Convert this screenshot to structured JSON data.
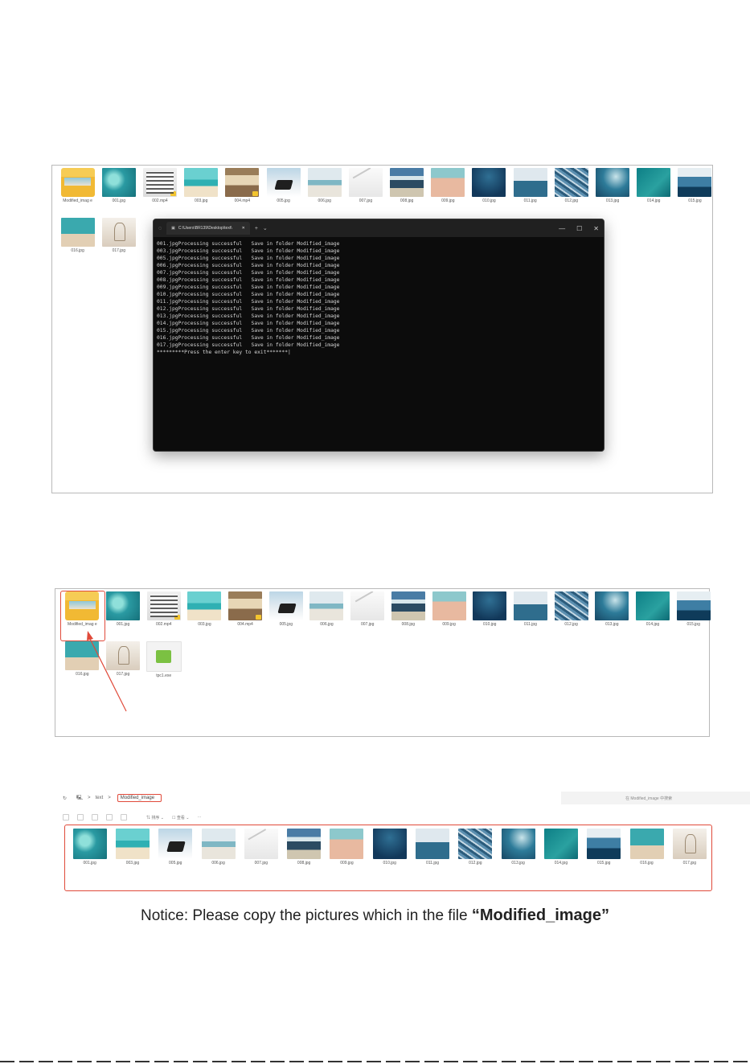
{
  "panel1": {
    "files": [
      {
        "label": "Modified_imag e",
        "thumb": "t-folder"
      },
      {
        "label": "001.jpg",
        "thumb": "t-a"
      },
      {
        "label": "002.mp4",
        "thumb": "t-p",
        "badge": true
      },
      {
        "label": "003.jpg",
        "thumb": "t-b"
      },
      {
        "label": "004.mp4",
        "thumb": "t-q",
        "badge": true
      },
      {
        "label": "005.jpg",
        "thumb": "t-c"
      },
      {
        "label": "006.jpg",
        "thumb": "t-d"
      },
      {
        "label": "007.jpg",
        "thumb": "t-e"
      },
      {
        "label": "008.jpg",
        "thumb": "t-f"
      },
      {
        "label": "009.jpg",
        "thumb": "t-g"
      },
      {
        "label": "010.jpg",
        "thumb": "t-h"
      },
      {
        "label": "011.jpg",
        "thumb": "t-i"
      },
      {
        "label": "012.jpg",
        "thumb": "t-j"
      },
      {
        "label": "013.jpg",
        "thumb": "t-k"
      },
      {
        "label": "014.jpg",
        "thumb": "t-l"
      },
      {
        "label": "015.jpg",
        "thumb": "t-m"
      },
      {
        "label": "016.jpg",
        "thumb": "t-n"
      },
      {
        "label": "017.jpg",
        "thumb": "t-o"
      }
    ]
  },
  "terminal": {
    "tab_title": "C:\\Users\\BR139\\Desktop\\text\\",
    "add_tab": "+",
    "dropdown": "⌄",
    "minimize": "—",
    "maximize": "☐",
    "close": "✕",
    "tab_close": "✕",
    "lines": [
      "001.jpgProcessing successful   Save in folder Modified_image",
      "003.jpgProcessing successful   Save in folder Modified_image",
      "005.jpgProcessing successful   Save in folder Modified_image",
      "006.jpgProcessing successful   Save in folder Modified_image",
      "007.jpgProcessing successful   Save in folder Modified_image",
      "008.jpgProcessing successful   Save in folder Modified_image",
      "009.jpgProcessing successful   Save in folder Modified_image",
      "010.jpgProcessing successful   Save in folder Modified_image",
      "011.jpgProcessing successful   Save in folder Modified_image",
      "012.jpgProcessing successful   Save in folder Modified_image",
      "013.jpgProcessing successful   Save in folder Modified_image",
      "014.jpgProcessing successful   Save in folder Modified_image",
      "015.jpgProcessing successful   Save in folder Modified_image",
      "016.jpgProcessing successful   Save in folder Modified_image",
      "017.jpgProcessing successful   Save in folder Modified_image",
      "*********Press the enter key to exit*******|"
    ]
  },
  "panel2": {
    "files": [
      {
        "label": "Modified_imag e",
        "thumb": "t-folder"
      },
      {
        "label": "001.jpg",
        "thumb": "t-a"
      },
      {
        "label": "002.mp4",
        "thumb": "t-p",
        "badge": true
      },
      {
        "label": "003.jpg",
        "thumb": "t-b"
      },
      {
        "label": "004.mp4",
        "thumb": "t-q",
        "badge": true
      },
      {
        "label": "005.jpg",
        "thumb": "t-c"
      },
      {
        "label": "006.jpg",
        "thumb": "t-d"
      },
      {
        "label": "007.jpg",
        "thumb": "t-e"
      },
      {
        "label": "008.jpg",
        "thumb": "t-f"
      },
      {
        "label": "009.jpg",
        "thumb": "t-g"
      },
      {
        "label": "010.jpg",
        "thumb": "t-h"
      },
      {
        "label": "011.jpg",
        "thumb": "t-i"
      },
      {
        "label": "012.jpg",
        "thumb": "t-j"
      },
      {
        "label": "013.jpg",
        "thumb": "t-k"
      },
      {
        "label": "014.jpg",
        "thumb": "t-l"
      },
      {
        "label": "015.jpg",
        "thumb": "t-m"
      },
      {
        "label": "016.jpg",
        "thumb": "t-n"
      },
      {
        "label": "017.jpg",
        "thumb": "t-o"
      },
      {
        "label": "tpc1.exe",
        "thumb": "t-exe"
      }
    ],
    "highlight_color": "#e04a3a"
  },
  "explorer": {
    "breadcrumb_root": "text",
    "breadcrumb_sep": ">",
    "current_folder": "Modified_image",
    "search_placeholder": "在 Modified_image 中搜索",
    "toolbar": [
      "⇅ 排序 ⌄",
      "☐ 查看 ⌄",
      "···"
    ],
    "files": [
      {
        "label": "001.jpg",
        "thumb": "t-a"
      },
      {
        "label": "003.jpg",
        "thumb": "t-b"
      },
      {
        "label": "005.jpg",
        "thumb": "t-c"
      },
      {
        "label": "006.jpg",
        "thumb": "t-d"
      },
      {
        "label": "007.jpg",
        "thumb": "t-e"
      },
      {
        "label": "008.jpg",
        "thumb": "t-f"
      },
      {
        "label": "009.jpg",
        "thumb": "t-g"
      },
      {
        "label": "010.jpg",
        "thumb": "t-h"
      },
      {
        "label": "011.jpg",
        "thumb": "t-i"
      },
      {
        "label": "012.jpg",
        "thumb": "t-j"
      },
      {
        "label": "013.jpg",
        "thumb": "t-k"
      },
      {
        "label": "014.jpg",
        "thumb": "t-l"
      },
      {
        "label": "015.jpg",
        "thumb": "t-m"
      },
      {
        "label": "016.jpg",
        "thumb": "t-n"
      },
      {
        "label": "017.jpg",
        "thumb": "t-o"
      }
    ]
  },
  "notice": {
    "prefix": "Notice: Please copy the pictures which in the file ",
    "emphasis": "“Modified_image”"
  }
}
